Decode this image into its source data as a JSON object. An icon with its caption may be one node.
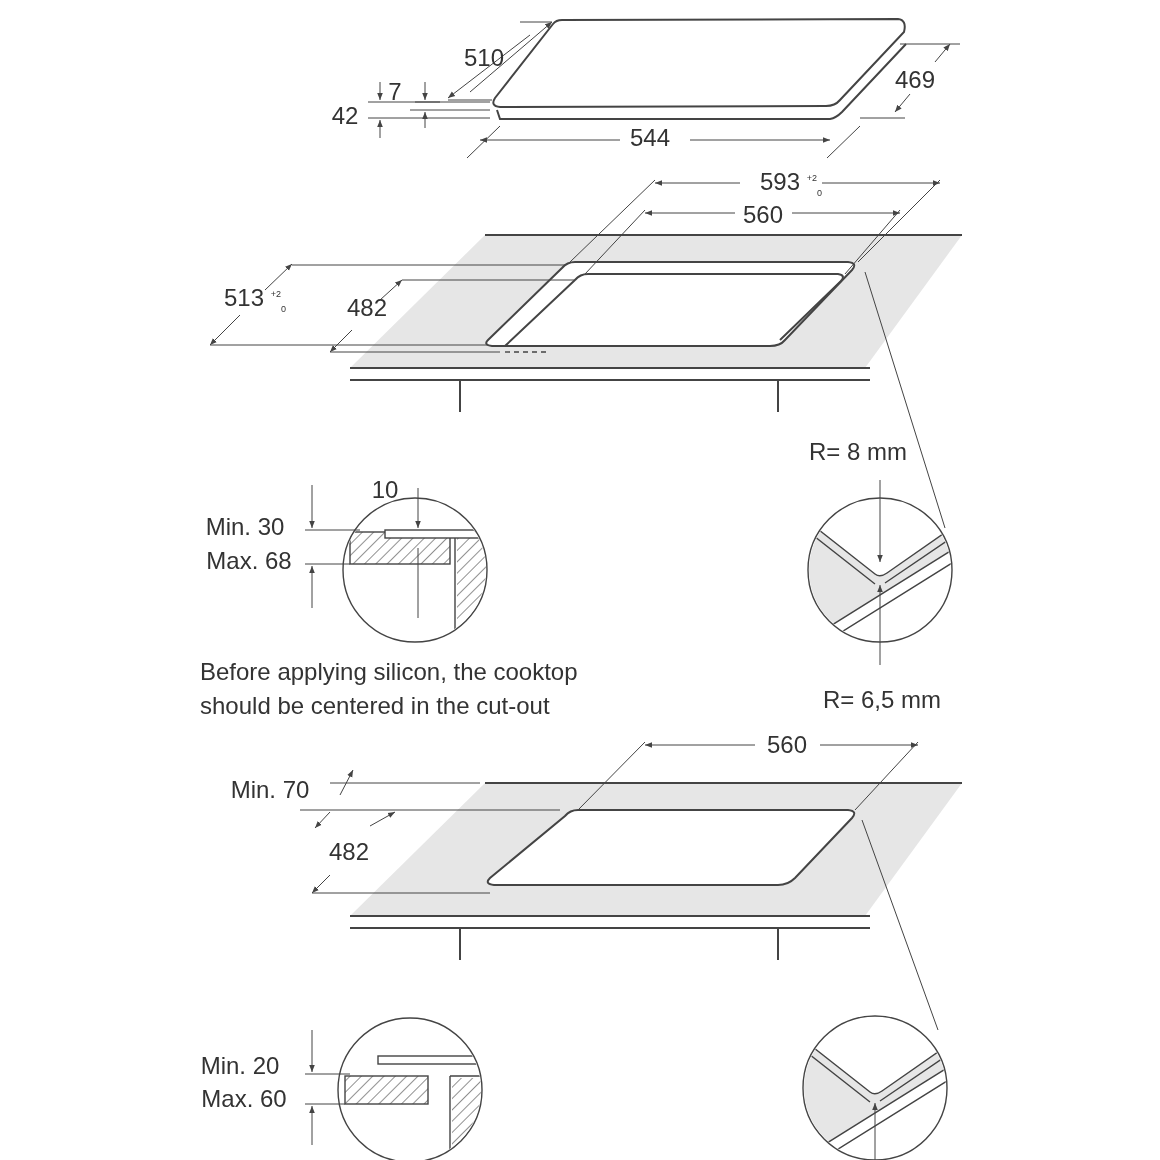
{
  "diagram": {
    "nodes": [
      {
        "text": [],
        "shape": "circle"
      },
      {
        "text": [],
        "shape": "circle"
      }
    ],
    "edges": [
      {
        "from": 0,
        "to": null,
        "arrow": "none"
      },
      {
        "from": 1,
        "to": null,
        "arrow": "none"
      }
    ],
    "labels": [
      "510",
      "7",
      "42",
      "469",
      "544",
      "593 $^{+2}$$_{0}$",
      "560",
      "513 $^{+2}$$_{0}$",
      "482",
      "R= 8 mm",
      "10",
      "Min. 30",
      "Max. 68",
      "Before applying silicon, the cooktop should be centered in the cut-out",
      "R= 6,5 mm",
      "560",
      "Min. 70",
      "482",
      "Min. 20",
      "Max. 60"
    ]
  }
}
